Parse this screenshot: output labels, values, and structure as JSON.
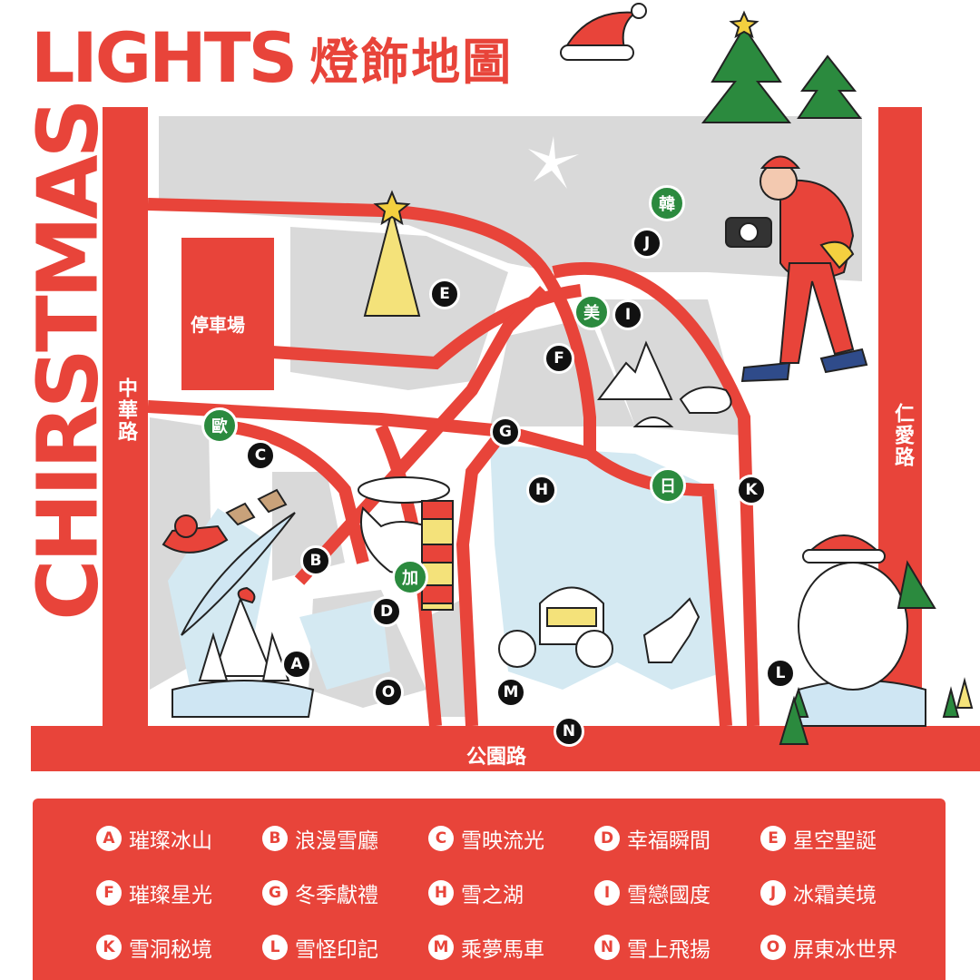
{
  "header": {
    "title_en": "LIGHTS",
    "title_zh": "燈飾地圖",
    "side_text": "CHIRSTMAS"
  },
  "map": {
    "roads": {
      "left": "中華路",
      "right": "仁愛路",
      "bottom": "公園路"
    },
    "parking": "停車場",
    "markers": [
      {
        "id": "A"
      },
      {
        "id": "B"
      },
      {
        "id": "C"
      },
      {
        "id": "D"
      },
      {
        "id": "E"
      },
      {
        "id": "F"
      },
      {
        "id": "G"
      },
      {
        "id": "H"
      },
      {
        "id": "I"
      },
      {
        "id": "J"
      },
      {
        "id": "K"
      },
      {
        "id": "L"
      },
      {
        "id": "M"
      },
      {
        "id": "N"
      },
      {
        "id": "O"
      }
    ],
    "country_badges": [
      "韓",
      "美",
      "歐",
      "日",
      "加"
    ]
  },
  "legend": [
    {
      "letter": "A",
      "name": "璀璨冰山"
    },
    {
      "letter": "B",
      "name": "浪漫雪廳"
    },
    {
      "letter": "C",
      "name": "雪映流光"
    },
    {
      "letter": "D",
      "name": "幸福瞬間"
    },
    {
      "letter": "E",
      "name": "星空聖誕"
    },
    {
      "letter": "F",
      "name": "璀璨星光"
    },
    {
      "letter": "G",
      "name": "冬季獻禮"
    },
    {
      "letter": "H",
      "name": "雪之湖"
    },
    {
      "letter": "I",
      "name": "雪戀國度"
    },
    {
      "letter": "J",
      "name": "冰霜美境"
    },
    {
      "letter": "K",
      "name": "雪洞秘境"
    },
    {
      "letter": "L",
      "name": "雪怪印記"
    },
    {
      "letter": "M",
      "name": "乘夢馬車"
    },
    {
      "letter": "N",
      "name": "雪上飛揚"
    },
    {
      "letter": "O",
      "name": "屏東冰世界"
    }
  ],
  "colors": {
    "accent": "#e8443a",
    "badge_green": "#2b8a3e",
    "block_gray": "#d9d9d9",
    "water": "#d4e9f2"
  }
}
